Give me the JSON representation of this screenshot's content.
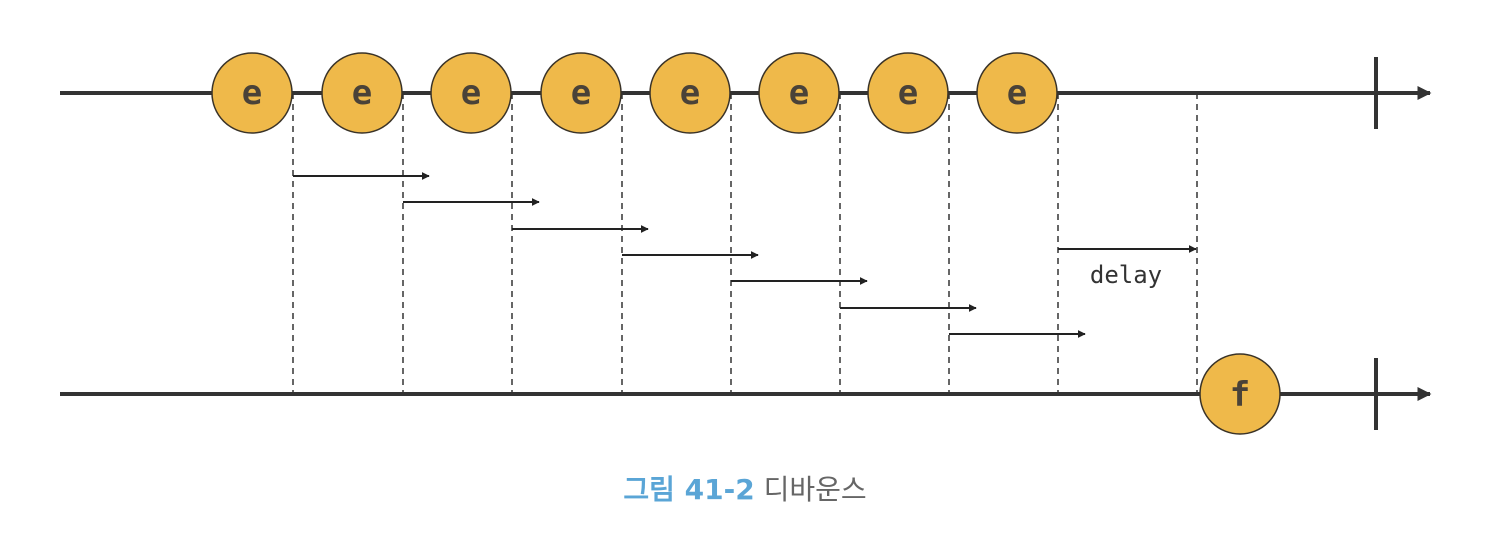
{
  "diagram": {
    "event_label": "e",
    "output_label": "f",
    "delay_label": "delay",
    "event_count": 8,
    "output_count": 1
  },
  "caption": {
    "number": "그림 41-2",
    "title": "디바운스"
  },
  "colors": {
    "node_fill": "#efb94a",
    "node_stroke": "#3a3328",
    "line": "#333333",
    "caption_number": "#5aa5d6",
    "caption_title": "#666666"
  }
}
